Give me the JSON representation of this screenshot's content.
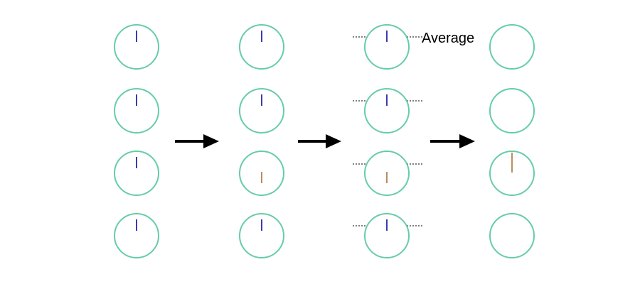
{
  "diagram": {
    "average_label": "Average",
    "colors": {
      "circle_stroke": "#66ccaa",
      "tick_normal": "#3b3bb0",
      "tick_changed": "#b88d62",
      "arrow": "#000000",
      "average_line": "#000000"
    },
    "stages": [
      {
        "ticks": [
          "normal",
          "normal",
          "normal",
          "normal"
        ]
      },
      {
        "ticks": [
          "normal",
          "normal",
          "changed",
          "normal"
        ]
      },
      {
        "ticks": [
          "normal",
          "normal",
          "changed",
          "normal"
        ],
        "average_lines": true
      },
      {
        "ticks": [
          "none",
          "none",
          "changed-long",
          "none"
        ]
      }
    ],
    "arrows": 3
  }
}
